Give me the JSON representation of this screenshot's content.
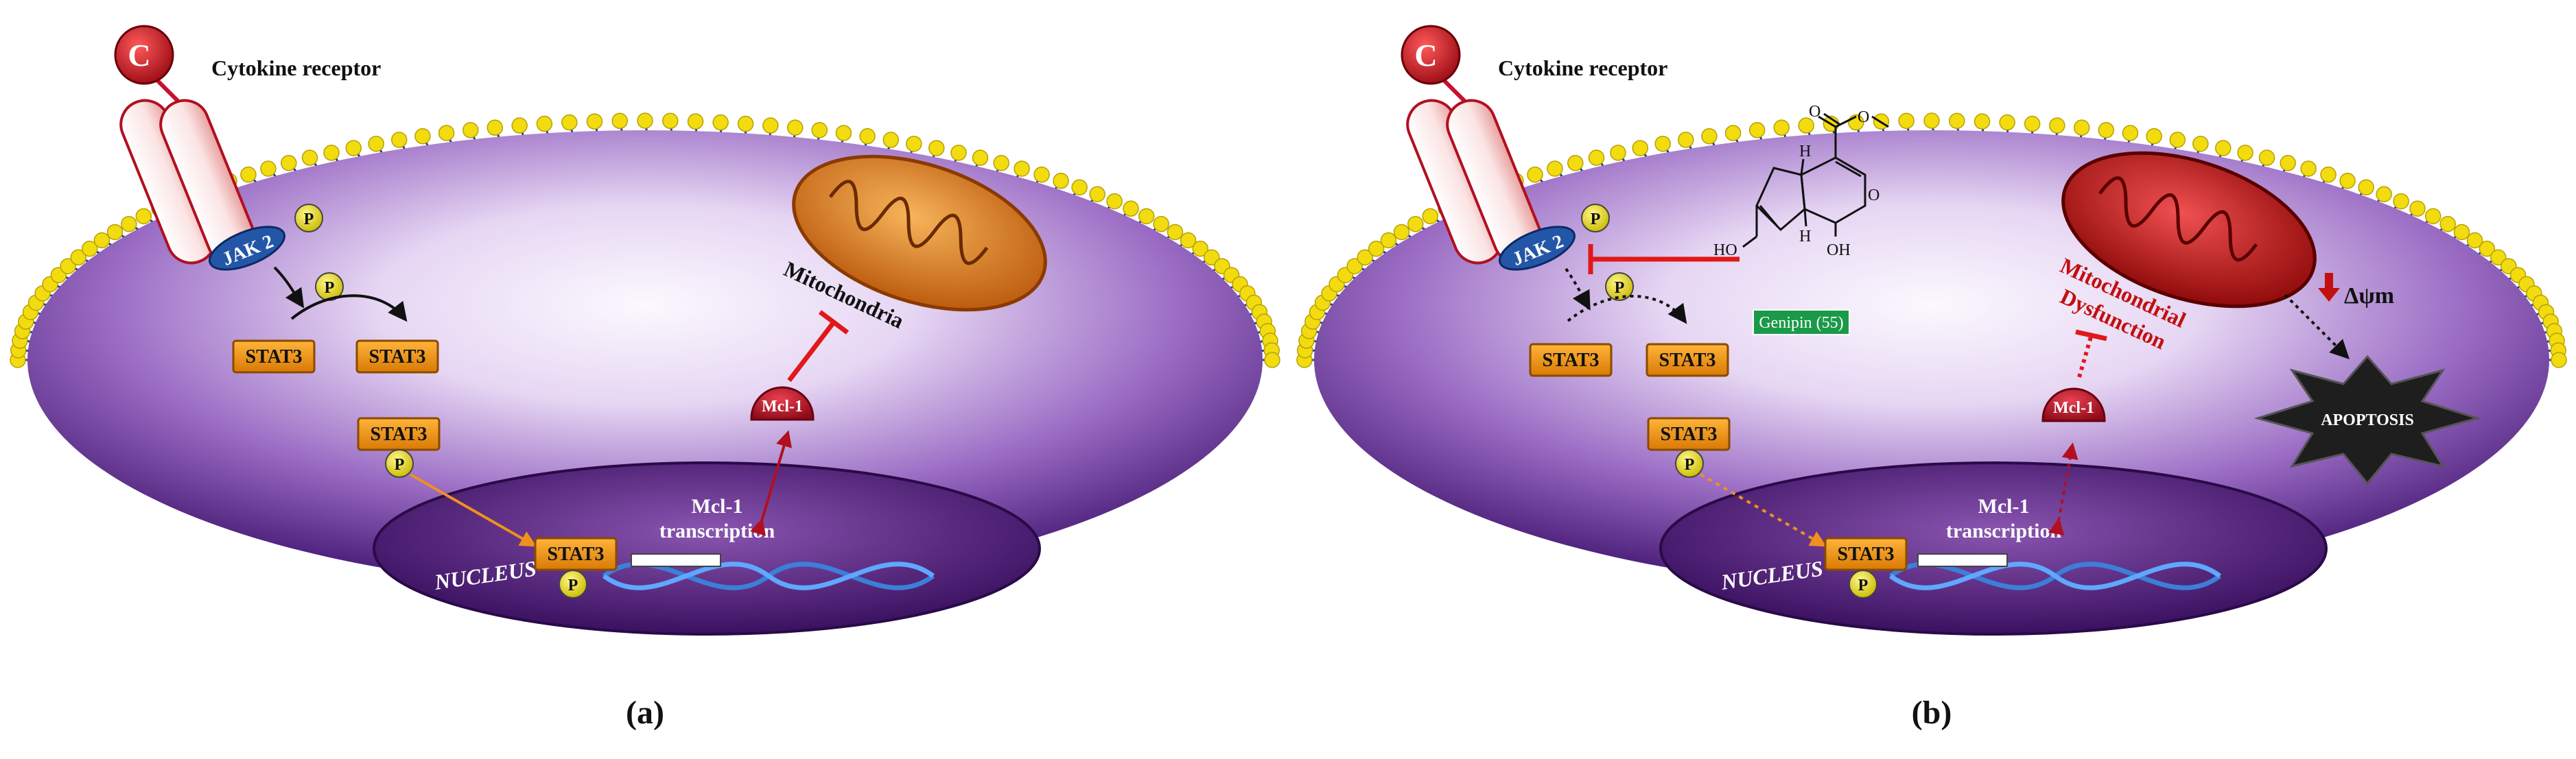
{
  "colors": {
    "cell_light": "#f4eefa",
    "cell_dark": "#4a1d78",
    "membrane_head": "#f2dc10",
    "membrane_tail": "#1b3f8c",
    "stat_orange": "#f39512",
    "phospho_yellow": "#f0e20c",
    "jak_blue": "#2456a8",
    "cytokine_red": "#c8102e",
    "mito_orange": "#e2770e",
    "mito_red": "#c20f0f",
    "nucleus": "#5a2580",
    "inhibit_red": "#e01818",
    "genipin_green": "#1a9a48",
    "arrow_orange": "#f0901e",
    "arrow_darkred": "#b01020",
    "apoptosis_dark": "#1e1e1e"
  },
  "panels": [
    {
      "id": "a",
      "caption": "(a)",
      "cytokine_glyph": "C",
      "receptor_label": "Cytokine receptor",
      "jak_label": "JAK 2",
      "phospho_label": "P",
      "stat_labels": [
        "STAT3",
        "STAT3",
        "STAT3",
        "STAT3"
      ],
      "mcl_label": "Mcl-1",
      "mito_label": "Mitochondria",
      "nucleus_label": "NUCLEUS",
      "transcription_label": [
        "Mcl-1",
        "transcription"
      ]
    },
    {
      "id": "b",
      "caption": "(b)",
      "cytokine_glyph": "C",
      "receptor_label": "Cytokine receptor",
      "jak_label": "JAK 2",
      "phospho_label": "P",
      "stat_labels": [
        "STAT3",
        "STAT3",
        "STAT3",
        "STAT3"
      ],
      "mcl_label": "Mcl-1",
      "mito_label": [
        "Mitochondrial",
        "Dysfunction"
      ],
      "nucleus_label": "NUCLEUS",
      "transcription_label": [
        "Mcl-1",
        "transcription"
      ],
      "drug_label": "Genipin (55)",
      "drug_atoms": [
        "O",
        "O",
        "H",
        "O",
        "H",
        "HO",
        "OH"
      ],
      "potential_label": "Δψm",
      "apoptosis_label": "APOPTOSIS"
    }
  ]
}
